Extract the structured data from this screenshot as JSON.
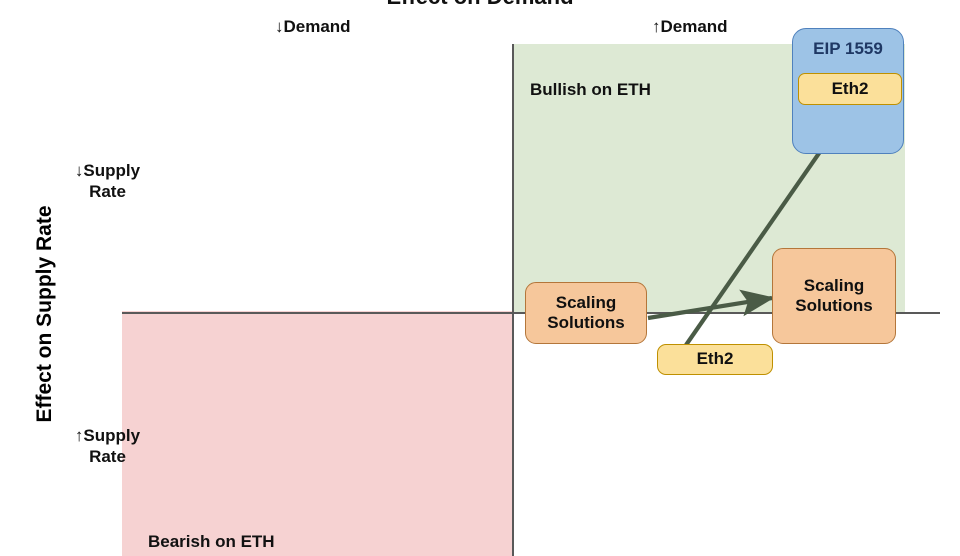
{
  "chart_data": {
    "type": "scatter",
    "title": "Effect on Demand",
    "xlabel": "Effect on Demand",
    "ylabel": "Effect on Supply Rate",
    "x_tick_labels": [
      "↓Demand",
      "↑Demand"
    ],
    "y_tick_labels": [
      "↓Supply\nRate",
      "↑Supply\nRate"
    ],
    "quadrants": [
      {
        "name": "bullish",
        "label": "Bullish on ETH",
        "color": "#dde9d4",
        "x_side": "up-demand",
        "y_side": "down-supply"
      },
      {
        "name": "bearish",
        "label": "Bearish on ETH",
        "color": "#f6d2d2",
        "x_side": "down-demand",
        "y_side": "up-supply"
      }
    ],
    "nodes": [
      {
        "id": "scaling-left",
        "label": "Scaling Solutions",
        "color": "#f6c79b",
        "quadrant": "boundary"
      },
      {
        "id": "scaling-right",
        "label": "Scaling Solutions",
        "color": "#f6c79b",
        "quadrant": "bullish"
      },
      {
        "id": "eth2-bottom",
        "label": "Eth2",
        "color": "#fbe09a",
        "quadrant": "below-axis"
      },
      {
        "id": "eip1559",
        "label": "EIP 1559",
        "color": "#9dc3e6",
        "quadrant": "bullish",
        "nested": {
          "id": "eth2-inner",
          "label": "Eth2",
          "color": "#fbe09a"
        }
      }
    ],
    "arrows": [
      {
        "from": "scaling-left",
        "to": "scaling-right",
        "color": "#4a5b46"
      },
      {
        "from": "eth2-bottom",
        "to": "eip1559",
        "color": "#4a5b46"
      }
    ],
    "grid": false,
    "legend": "none"
  },
  "title": {
    "text": "Effect on Demand"
  },
  "axes": {
    "y_title": "Effect on Supply Rate",
    "ticks": {
      "demand_down": "↓Demand",
      "demand_up": "↑Demand",
      "supply_down_line1": "↓Supply",
      "supply_down_line2": "Rate",
      "supply_up_line1": "↑Supply",
      "supply_up_line2": "Rate"
    }
  },
  "quadrants": {
    "bullish_label": "Bullish on ETH",
    "bearish_label": "Bearish on ETH",
    "bullish_color": "#dde9d4",
    "bearish_color": "#f6d2d2"
  },
  "nodes": {
    "scaling_left_line1": "Scaling",
    "scaling_left_line2": "Solutions",
    "scaling_right_line1": "Scaling",
    "scaling_right_line2": "Solutions",
    "eth2_bottom": "Eth2",
    "eip1559_title": "EIP 1559",
    "eip1559_eth2": "Eth2"
  },
  "colors": {
    "orange": "#f6c79b",
    "orange_border": "#b4763a",
    "yellow": "#fbe09a",
    "yellow_border": "#bf9000",
    "blue": "#9dc3e6",
    "blue_border": "#4f81bd",
    "arrow": "#4a5b46",
    "axis": "#595959"
  }
}
